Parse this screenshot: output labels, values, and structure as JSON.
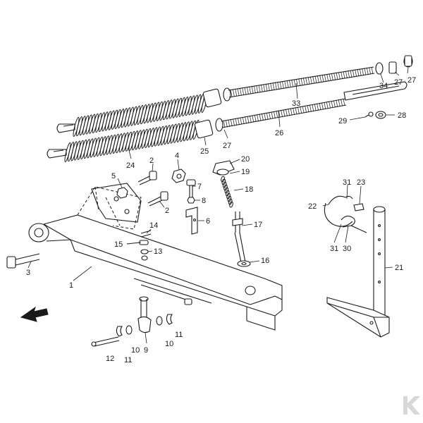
{
  "diagram": {
    "labels": [
      {
        "id": "1",
        "text": "1"
      },
      {
        "id": "2a",
        "text": "2"
      },
      {
        "id": "2b",
        "text": "2"
      },
      {
        "id": "3",
        "text": "3"
      },
      {
        "id": "4",
        "text": "4"
      },
      {
        "id": "5",
        "text": "5"
      },
      {
        "id": "6",
        "text": "6"
      },
      {
        "id": "7",
        "text": "7"
      },
      {
        "id": "8",
        "text": "8"
      },
      {
        "id": "9",
        "text": "9"
      },
      {
        "id": "10a",
        "text": "10"
      },
      {
        "id": "10b",
        "text": "10"
      },
      {
        "id": "11a",
        "text": "11"
      },
      {
        "id": "11b",
        "text": "11"
      },
      {
        "id": "12",
        "text": "12"
      },
      {
        "id": "13",
        "text": "13"
      },
      {
        "id": "14",
        "text": "14"
      },
      {
        "id": "15",
        "text": "15"
      },
      {
        "id": "16",
        "text": "16"
      },
      {
        "id": "17",
        "text": "17"
      },
      {
        "id": "18",
        "text": "18"
      },
      {
        "id": "19",
        "text": "19"
      },
      {
        "id": "20",
        "text": "20"
      },
      {
        "id": "21",
        "text": "21"
      },
      {
        "id": "22",
        "text": "22"
      },
      {
        "id": "23",
        "text": "23"
      },
      {
        "id": "24",
        "text": "24"
      },
      {
        "id": "25",
        "text": "25"
      },
      {
        "id": "26",
        "text": "26"
      },
      {
        "id": "27a",
        "text": "27"
      },
      {
        "id": "27b",
        "text": "27"
      },
      {
        "id": "27c",
        "text": "27"
      },
      {
        "id": "28",
        "text": "28"
      },
      {
        "id": "29",
        "text": "29"
      },
      {
        "id": "30",
        "text": "30"
      },
      {
        "id": "31a",
        "text": "31"
      },
      {
        "id": "31b",
        "text": "31"
      },
      {
        "id": "33",
        "text": "33"
      },
      {
        "id": "34",
        "text": "34"
      }
    ]
  }
}
